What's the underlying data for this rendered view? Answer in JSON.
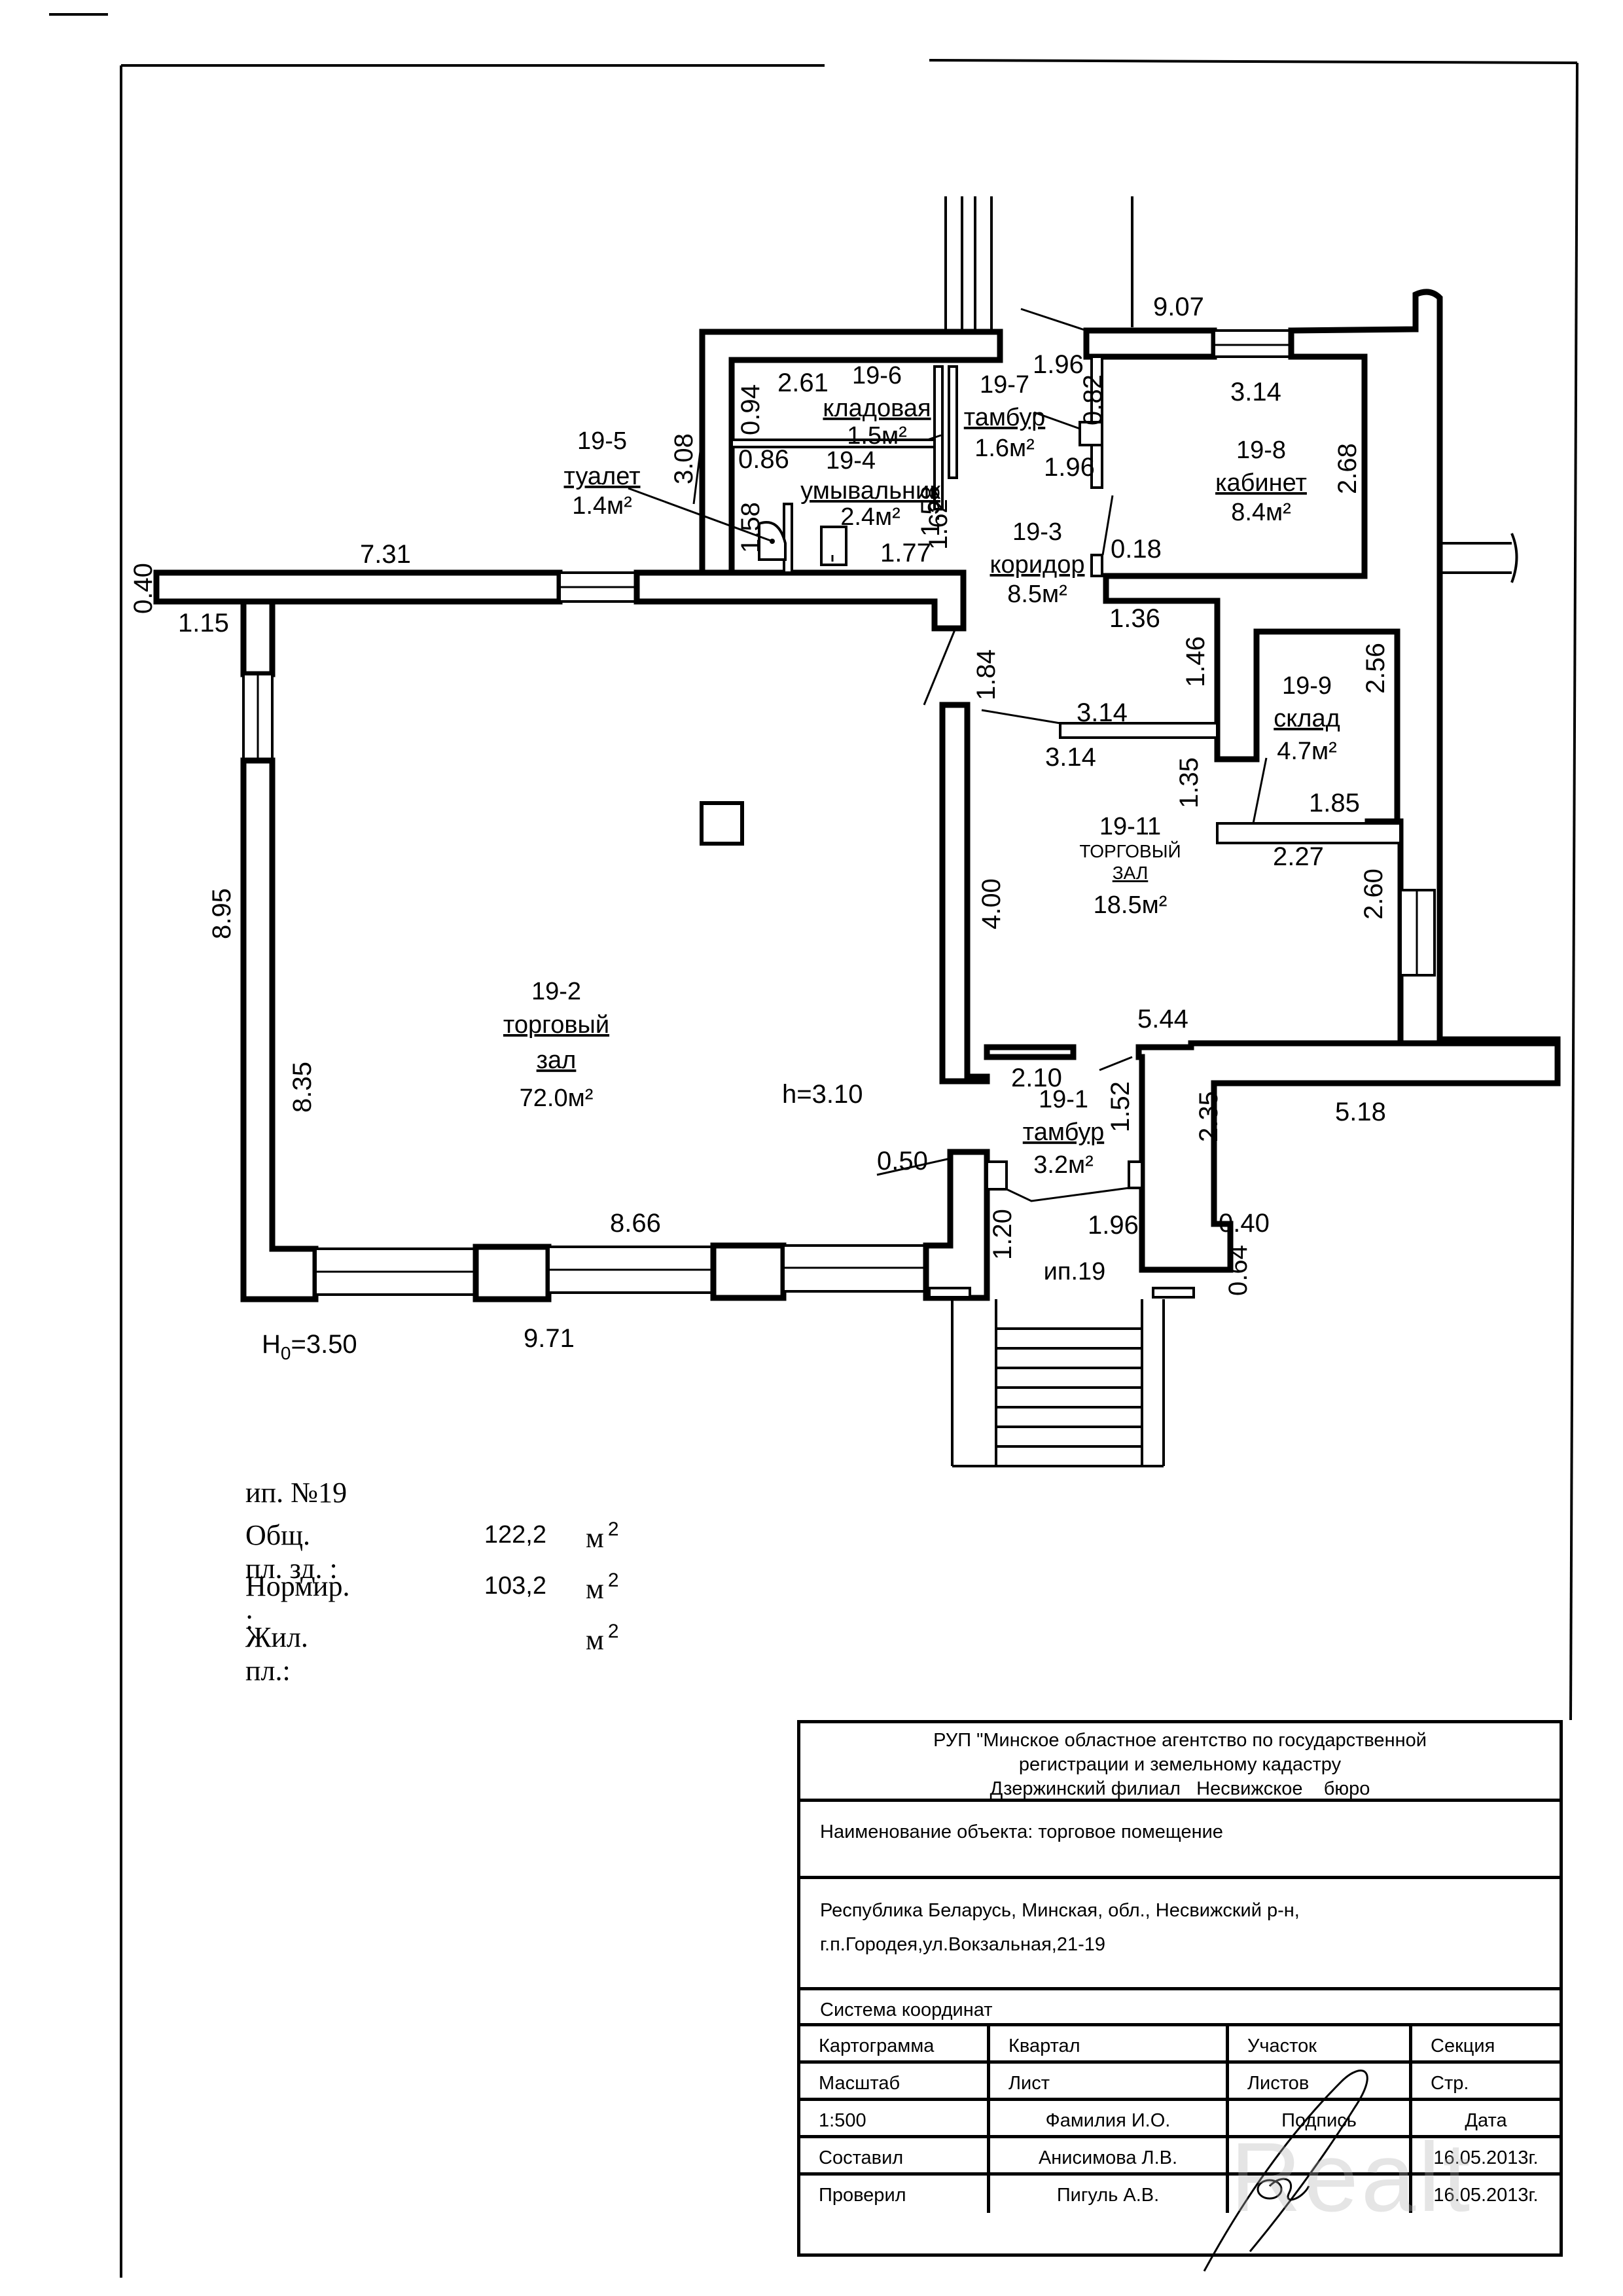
{
  "plan": {
    "rooms": [
      {
        "id": "19-1",
        "name": "тамбур",
        "area": "3.2м²"
      },
      {
        "id": "19-2",
        "name_line1": "торговый",
        "name_line2": "зал",
        "area": "72.0м²"
      },
      {
        "id": "19-3",
        "name": "коридор",
        "area": "8.5м²"
      },
      {
        "id": "19-4",
        "name": "умывальник",
        "area": "2.4м²"
      },
      {
        "id": "19-5",
        "name": "туалет",
        "area": "1.4м²"
      },
      {
        "id": "19-6",
        "name": "кладовая",
        "area": "1.5м²"
      },
      {
        "id": "19-7",
        "name": "тамбур",
        "area": "1.6м²"
      },
      {
        "id": "19-8",
        "name": "кабинет",
        "area": "8.4м²"
      },
      {
        "id": "19-9",
        "name": "склад",
        "area": "4.7м²"
      },
      {
        "id": "19-11",
        "name_line1": "ТОРГОВЫЙ",
        "name_line2": "ЗАЛ",
        "area": "18.5м²"
      }
    ],
    "dimensions": {
      "d_7_31": "7.31",
      "d_0_40_left": "0.40",
      "d_1_15": "1.15",
      "d_8_95": "8.95",
      "d_8_35": "8.35",
      "d_8_66": "8.66",
      "d_9_71": "9.71",
      "d_0_50": "0.50",
      "d_1_84": "1.84",
      "d_4_00": "4.00",
      "d_3_08": "3.08",
      "d_0_94": "0.94",
      "d_2_61": "2.61",
      "d_0_86": "0.86",
      "d_1_58a": "1.58",
      "d_1_58b": "1.58",
      "d_1_77": "1.77",
      "d_1_62": "1.62",
      "d_1_96a": "1.96",
      "d_0_82": "0.82",
      "d_1_96b": "1.96",
      "d_9_07": "9.07",
      "d_3_14a": "3.14",
      "d_2_68": "2.68",
      "d_0_18": "0.18",
      "d_1_36": "1.36",
      "d_1_46": "1.46",
      "d_3_14b": "3.14",
      "d_3_14c": "3.14",
      "d_1_35": "1.35",
      "d_2_56": "2.56",
      "d_1_85": "1.85",
      "d_2_27": "2.27",
      "d_2_60": "2.60",
      "d_5_44": "5.44",
      "d_2_10": "2.10",
      "d_1_52": "1.52",
      "d_2_35": "2.35",
      "d_5_18": "5.18",
      "d_1_96c": "1.96",
      "d_1_20": "1.20",
      "d_0_40_right": "0.40",
      "d_0_64": "0.64"
    },
    "height_inner": "h=3.10",
    "height_outer_prefix": "H",
    "height_outer_sub": "0",
    "height_outer_value": "=3.50",
    "entrance_label": "ип.19"
  },
  "summary": {
    "title": "ип. №19",
    "rows": [
      {
        "label": "Общ. пл. зд. :",
        "value": "122,2",
        "unit": "м",
        "exp": "2"
      },
      {
        "label": "Нормир. :",
        "value": "103,2",
        "unit": "м",
        "exp": "2"
      },
      {
        "label": "Жил. пл.:",
        "value": "",
        "unit": "м",
        "exp": "2"
      }
    ]
  },
  "title_block": {
    "org_line1": "РУП \"Минское областное агентство по государственной",
    "org_line2": "регистрации и земельному кадастру",
    "org_line3": "Дзержинский филиал   Несвижское    бюро",
    "object_name": "Наименование объекта: торговое помещение",
    "address_line1": "Республика Беларусь, Минская, обл., Несвижский р-н,",
    "address_line2": "г.п.Городея,ул.Вокзальная,21-19",
    "coord_system": "Система координат",
    "grid": [
      [
        "Картограмма",
        "Квартал",
        "Участок",
        "Секция"
      ],
      [
        "Масштаб",
        "Лист",
        "Листов",
        "Стр."
      ],
      [
        "1:500",
        "Фамилия И.О.",
        "Подпись",
        "Дата"
      ],
      [
        "Составил",
        "Анисимова Л.В.",
        "",
        "16.05.2013г."
      ],
      [
        "Проверил",
        "Пигуль  А.В.",
        "",
        "16.05.2013г."
      ]
    ],
    "watermark": "Realt"
  }
}
